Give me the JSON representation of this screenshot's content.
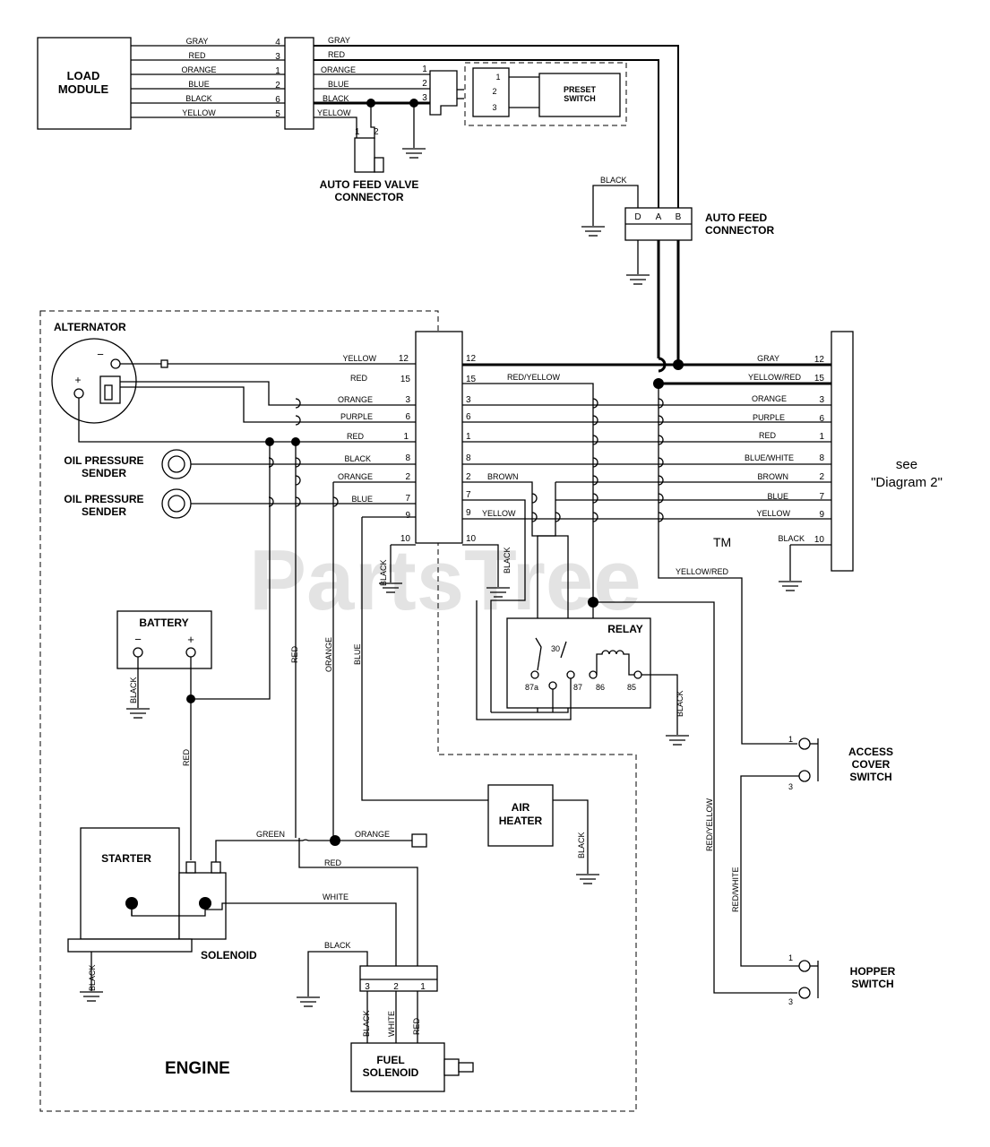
{
  "watermark": "PartsTree",
  "watermark_tm": "TM",
  "components": {
    "load_module": "LOAD\nMODULE",
    "preset_switch": "PRESET\nSWITCH",
    "auto_feed_valve_connector": "AUTO FEED VALVE\nCONNECTOR",
    "auto_feed_connector": "AUTO FEED\nCONNECTOR",
    "alternator": "ALTERNATOR",
    "oil_pressure_sender_1": "OIL PRESSURE\nSENDER",
    "oil_pressure_sender_2": "OIL PRESSURE\nSENDER",
    "battery": "BATTERY",
    "relay": "RELAY",
    "air_heater": "AIR\nHEATER",
    "starter": "STARTER",
    "solenoid": "SOLENOID",
    "fuel_solenoid": "FUEL\nSOLENOID",
    "engine": "ENGINE",
    "access_cover_switch": "ACCESS\nCOVER\nSWITCH",
    "hopper_switch": "HOPPER\nSWITCH",
    "see_diagram": "see\n\"Diagram 2\""
  },
  "load_module_wires": [
    {
      "color": "GRAY",
      "pin": "4"
    },
    {
      "color": "RED",
      "pin": "3"
    },
    {
      "color": "ORANGE",
      "pin": "1"
    },
    {
      "color": "BLUE",
      "pin": "2"
    },
    {
      "color": "BLACK",
      "pin": "6"
    },
    {
      "color": "YELLOW",
      "pin": "5"
    }
  ],
  "load_module_right_wires": [
    "GRAY",
    "RED",
    "ORANGE",
    "BLUE",
    "BLACK",
    "YELLOW"
  ],
  "preset_pins_left": [
    "1",
    "2",
    "3"
  ],
  "preset_pins_right": [
    "1",
    "2",
    "3"
  ],
  "valve_pins": [
    "1",
    "2"
  ],
  "auto_feed_pins": [
    "D",
    "A",
    "B"
  ],
  "engine_harness_left": [
    {
      "color": "YELLOW",
      "pin": "12"
    },
    {
      "color": "RED",
      "pin": "15"
    },
    {
      "color": "ORANGE",
      "pin": "3"
    },
    {
      "color": "PURPLE",
      "pin": "6"
    },
    {
      "color": "RED",
      "pin": "1"
    },
    {
      "color": "BLACK",
      "pin": "8"
    },
    {
      "color": "ORANGE",
      "pin": "2"
    },
    {
      "color": "BLUE",
      "pin": "7"
    },
    {
      "color": "",
      "pin": "9"
    },
    {
      "color": "",
      "pin": "10"
    }
  ],
  "engine_harness_right": [
    {
      "pin": "12",
      "color": ""
    },
    {
      "pin": "15",
      "color": "RED/YELLOW"
    },
    {
      "pin": "3",
      "color": ""
    },
    {
      "pin": "6",
      "color": ""
    },
    {
      "pin": "1",
      "color": ""
    },
    {
      "pin": "8",
      "color": ""
    },
    {
      "pin": "2",
      "color": "BROWN"
    },
    {
      "pin": "7",
      "color": ""
    },
    {
      "pin": "9",
      "color": "YELLOW"
    },
    {
      "pin": "10",
      "color": ""
    }
  ],
  "main_harness": [
    {
      "color": "GRAY",
      "pin": "12"
    },
    {
      "color": "YELLOW/RED",
      "pin": "15"
    },
    {
      "color": "ORANGE",
      "pin": "3"
    },
    {
      "color": "PURPLE",
      "pin": "6"
    },
    {
      "color": "RED",
      "pin": "1"
    },
    {
      "color": "BLUE/WHITE",
      "pin": "8"
    },
    {
      "color": "BROWN",
      "pin": "2"
    },
    {
      "color": "BLUE",
      "pin": "7"
    },
    {
      "color": "YELLOW",
      "pin": "9"
    },
    {
      "color": "BLACK",
      "pin": "10"
    }
  ],
  "relay_pins": [
    "30",
    "87a",
    "87",
    "86",
    "85"
  ],
  "fuel_pins": [
    "3",
    "2",
    "1"
  ],
  "wire_labels": {
    "black": "BLACK",
    "red": "RED",
    "orange": "ORANGE",
    "blue": "BLUE",
    "green": "GREEN",
    "white": "WHITE",
    "yellow_red": "YELLOW/RED",
    "red_yellow": "RED/YELLOW",
    "red_white": "RED/WHITE",
    "pin_1": "1",
    "pin_2": "2",
    "pin_3": "3"
  }
}
